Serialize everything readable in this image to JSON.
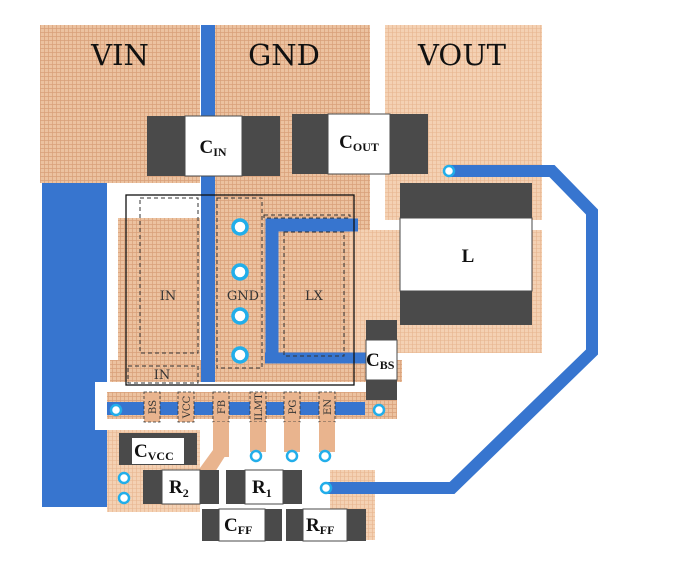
{
  "regions": {
    "vin": "VIN",
    "gnd": "GND",
    "vout": "VOUT"
  },
  "components": {
    "cin": {
      "main": "C",
      "sub": "IN"
    },
    "cout": {
      "main": "C",
      "sub": "OUT"
    },
    "l": {
      "main": "L"
    },
    "cbs": {
      "main": "C",
      "sub": "BS"
    },
    "cvcc": {
      "main": "C",
      "sub": "VCC"
    },
    "r2": {
      "main": "R",
      "sub": "2"
    },
    "r1": {
      "main": "R",
      "sub": "1"
    },
    "cff": {
      "main": "C",
      "sub": "FF"
    },
    "rff": {
      "main": "R",
      "sub": "FF"
    }
  },
  "ic_pads": {
    "in": "IN",
    "gnd": "GND",
    "lx": "LX",
    "in_small": "IN"
  },
  "pins": [
    "BS",
    "VCC",
    "FB",
    "ILMT",
    "PG",
    "EN"
  ],
  "colors": {
    "copper": "#ECC2A0",
    "copper_grid": "#DCA27C",
    "trace": "#3775CF",
    "body_dark": "#4A4A4A",
    "via_ring": "#22AEEA"
  }
}
